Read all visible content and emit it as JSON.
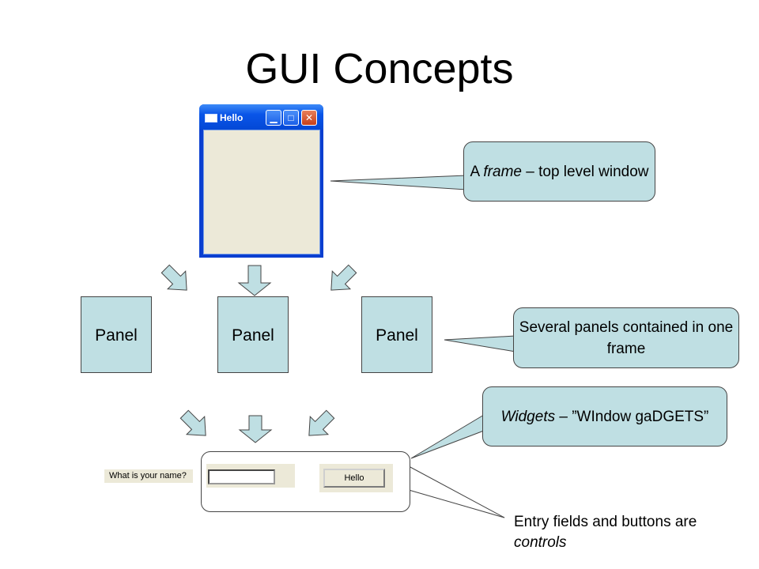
{
  "slide": {
    "title": "GUI Concepts"
  },
  "frame_window": {
    "title": "Hello",
    "minimize_glyph": "▁",
    "maximize_glyph": "□",
    "close_glyph": "✕"
  },
  "callouts": {
    "frame": {
      "prefix": "A ",
      "emphasis": "frame",
      "suffix": " – top level window"
    },
    "panels": {
      "text": "Several panels contained in one frame"
    },
    "widgets": {
      "emphasis": "Widgets",
      "suffix": " – ”WIndow gaDGETS”"
    }
  },
  "panels": [
    {
      "label": "Panel"
    },
    {
      "label": "Panel"
    },
    {
      "label": "Panel"
    }
  ],
  "controls_demo": {
    "name_label": "What is your name?",
    "entry_value": "",
    "button_label": "Hello"
  },
  "controls_note": {
    "text": "Entry fields and buttons are ",
    "emphasis": "controls"
  },
  "colors": {
    "callout_fill": "#bfdfe3",
    "window_title_blue": "#0a55e8",
    "window_client": "#ece9d8"
  }
}
